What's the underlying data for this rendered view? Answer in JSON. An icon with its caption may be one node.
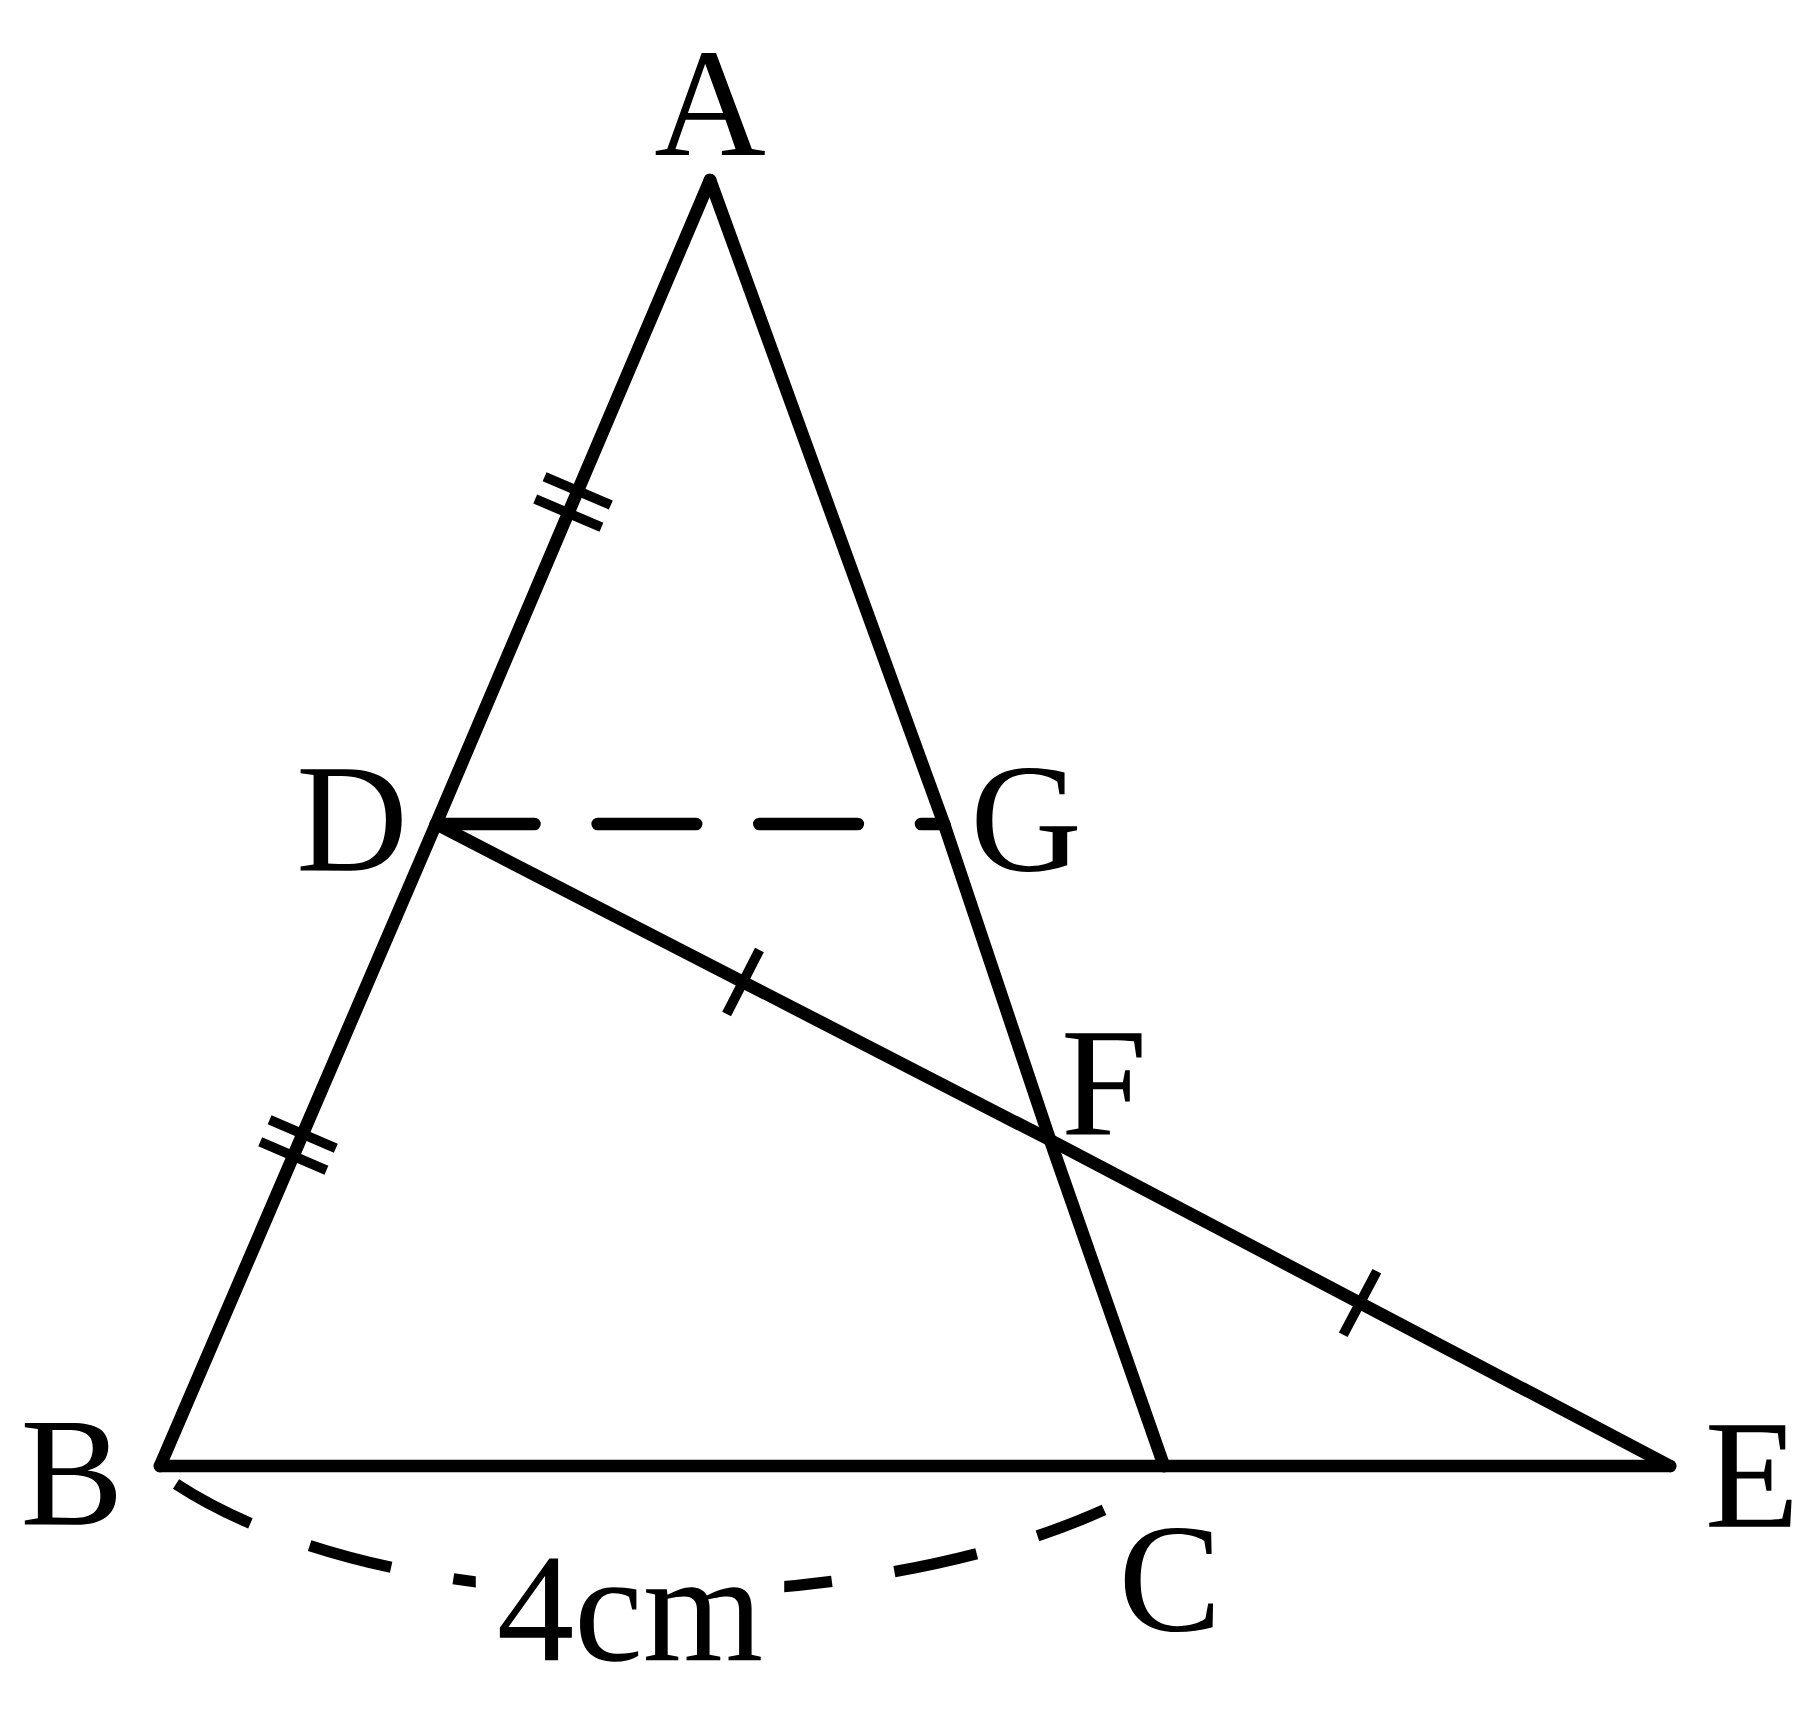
{
  "diagram": {
    "nodes": [
      {
        "text": [
          "A"
        ]
      },
      {
        "text": [
          "B"
        ]
      },
      {
        "text": [
          "C"
        ]
      },
      {
        "text": [
          "D"
        ]
      },
      {
        "text": [
          "E"
        ]
      },
      {
        "text": [
          "F"
        ]
      },
      {
        "text": [
          "G"
        ]
      }
    ],
    "edges": [
      {
        "from": 0,
        "to": 3,
        "arrow": "none"
      },
      {
        "from": 3,
        "to": 1,
        "arrow": "none"
      },
      {
        "from": 0,
        "to": 6,
        "arrow": "none"
      },
      {
        "from": 6,
        "to": 5,
        "arrow": "none"
      },
      {
        "from": 5,
        "to": 2,
        "arrow": "none"
      },
      {
        "from": 1,
        "to": 2,
        "arrow": "none"
      },
      {
        "from": 2,
        "to": 4,
        "arrow": "none"
      },
      {
        "from": 3,
        "to": 5,
        "arrow": "none"
      },
      {
        "from": 5,
        "to": 4,
        "arrow": "none"
      },
      {
        "from": 3,
        "to": 6,
        "arrow": "none",
        "style": "dashed"
      }
    ],
    "labels": [
      "4cm"
    ]
  }
}
